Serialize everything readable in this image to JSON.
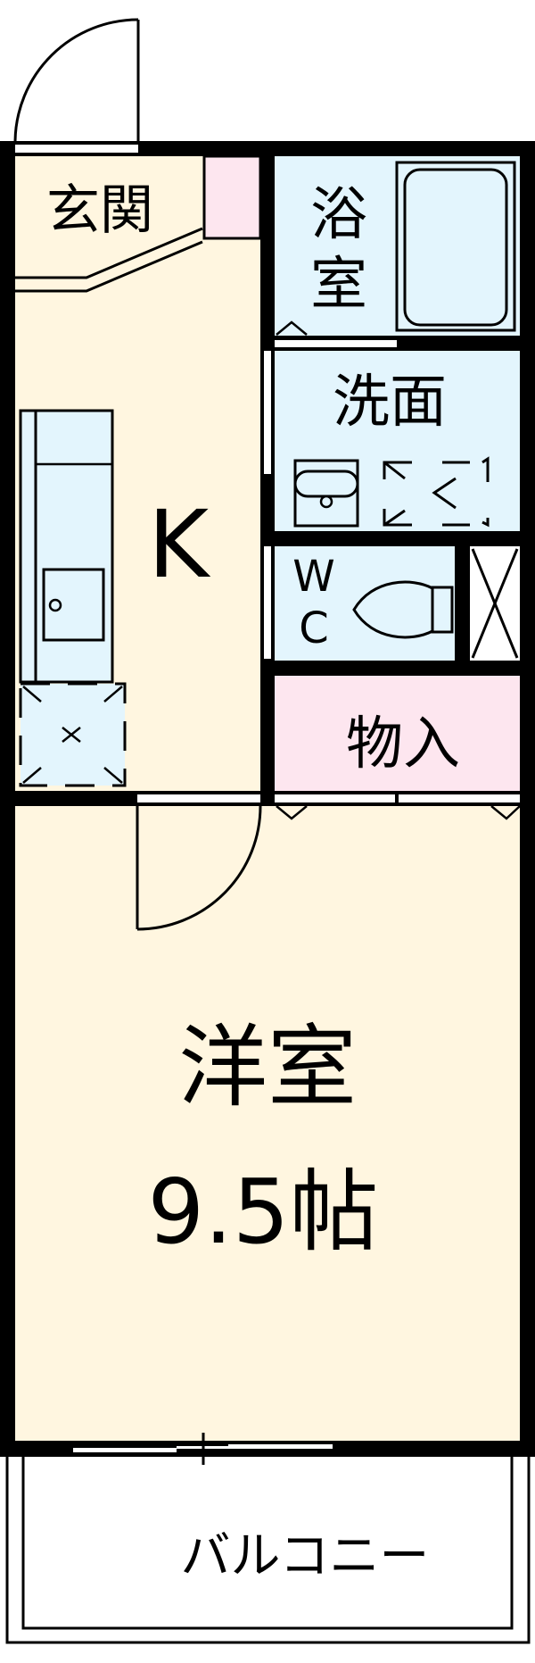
{
  "floorplan": {
    "title": "1K floor plan",
    "colors": {
      "wall": "#000000",
      "living": "#FFF6E0",
      "wet": "#E3F5FD",
      "storage": "#FDE6EF",
      "exterior": "#FFFFFF"
    },
    "rooms": {
      "entrance": {
        "label": "玄関"
      },
      "kitchen": {
        "label": "K"
      },
      "bathroom": {
        "label_line1": "浴",
        "label_line2": "室"
      },
      "washroom": {
        "label": "洗面"
      },
      "toilet": {
        "label_line1": "W",
        "label_line2": "C"
      },
      "storage": {
        "label": "物入"
      },
      "western_room": {
        "label": "洋室",
        "size": "9.5帖"
      },
      "balcony": {
        "label": "バルコニー"
      }
    },
    "fixtures": [
      "entrance-door",
      "shoe-closet",
      "kitchen-counter",
      "kitchen-sink",
      "refrigerator-space",
      "bathtub",
      "washbasin",
      "washing-machine-space",
      "toilet",
      "pipe-shaft",
      "room-door",
      "storage-sliding-doors",
      "balcony-window"
    ]
  }
}
